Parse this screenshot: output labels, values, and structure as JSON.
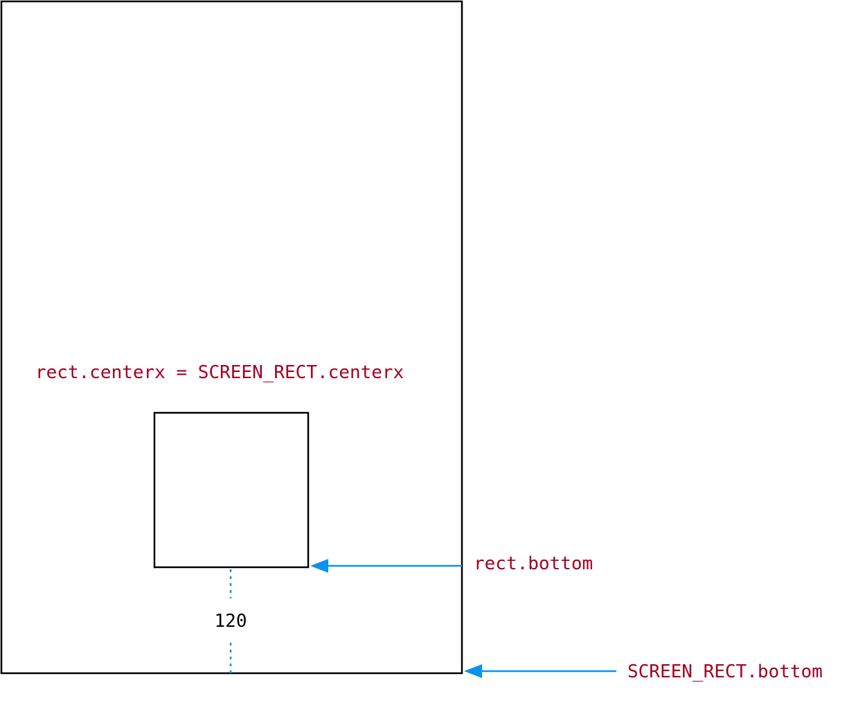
{
  "labels": {
    "centerx_expr": "rect.centerx = SCREEN_RECT.centerx",
    "rect_bottom": "rect.bottom",
    "screen_bottom": "SCREEN_RECT.bottom",
    "gap": "120"
  },
  "colors": {
    "code_text": "#a50021",
    "arrow": "#0a92f0",
    "outline": "#000000",
    "gap_text": "#000000",
    "background": "#ffffff"
  }
}
